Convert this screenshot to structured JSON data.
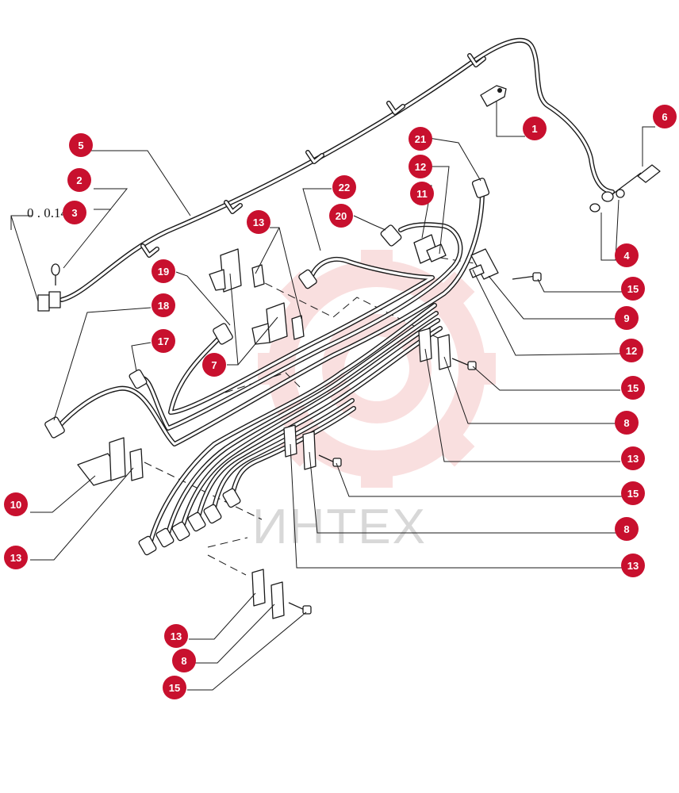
{
  "watermark": {
    "text": "ИНТЕХ",
    "color": "#f5c6c6"
  },
  "colors": {
    "badge": "#c8102e",
    "line": "#1a1a1a"
  },
  "code_label": "0 . 0.140 0",
  "callouts": [
    {
      "id": "c1",
      "label": "1"
    },
    {
      "id": "c2",
      "label": "2"
    },
    {
      "id": "c2b",
      "label": "3"
    },
    {
      "id": "c4",
      "label": "4"
    },
    {
      "id": "c5",
      "label": "5"
    },
    {
      "id": "c6",
      "label": "6"
    },
    {
      "id": "c7",
      "label": "7"
    },
    {
      "id": "c8a",
      "label": "8"
    },
    {
      "id": "c8b",
      "label": "8"
    },
    {
      "id": "c8c",
      "label": "8"
    },
    {
      "id": "c9",
      "label": "9"
    },
    {
      "id": "c10",
      "label": "10"
    },
    {
      "id": "c11",
      "label": "11"
    },
    {
      "id": "c12a",
      "label": "12"
    },
    {
      "id": "c12b",
      "label": "12"
    },
    {
      "id": "c13a",
      "label": "13"
    },
    {
      "id": "c13b",
      "label": "13"
    },
    {
      "id": "c13c",
      "label": "13"
    },
    {
      "id": "c13d",
      "label": "13"
    },
    {
      "id": "c13e",
      "label": "13"
    },
    {
      "id": "c15a",
      "label": "15"
    },
    {
      "id": "c15b",
      "label": "15"
    },
    {
      "id": "c15c",
      "label": "15"
    },
    {
      "id": "c15d",
      "label": "15"
    },
    {
      "id": "c17",
      "label": "17"
    },
    {
      "id": "c18",
      "label": "18"
    },
    {
      "id": "c19",
      "label": "19"
    },
    {
      "id": "c20",
      "label": "20"
    },
    {
      "id": "c21",
      "label": "21"
    },
    {
      "id": "c22",
      "label": "22"
    }
  ]
}
